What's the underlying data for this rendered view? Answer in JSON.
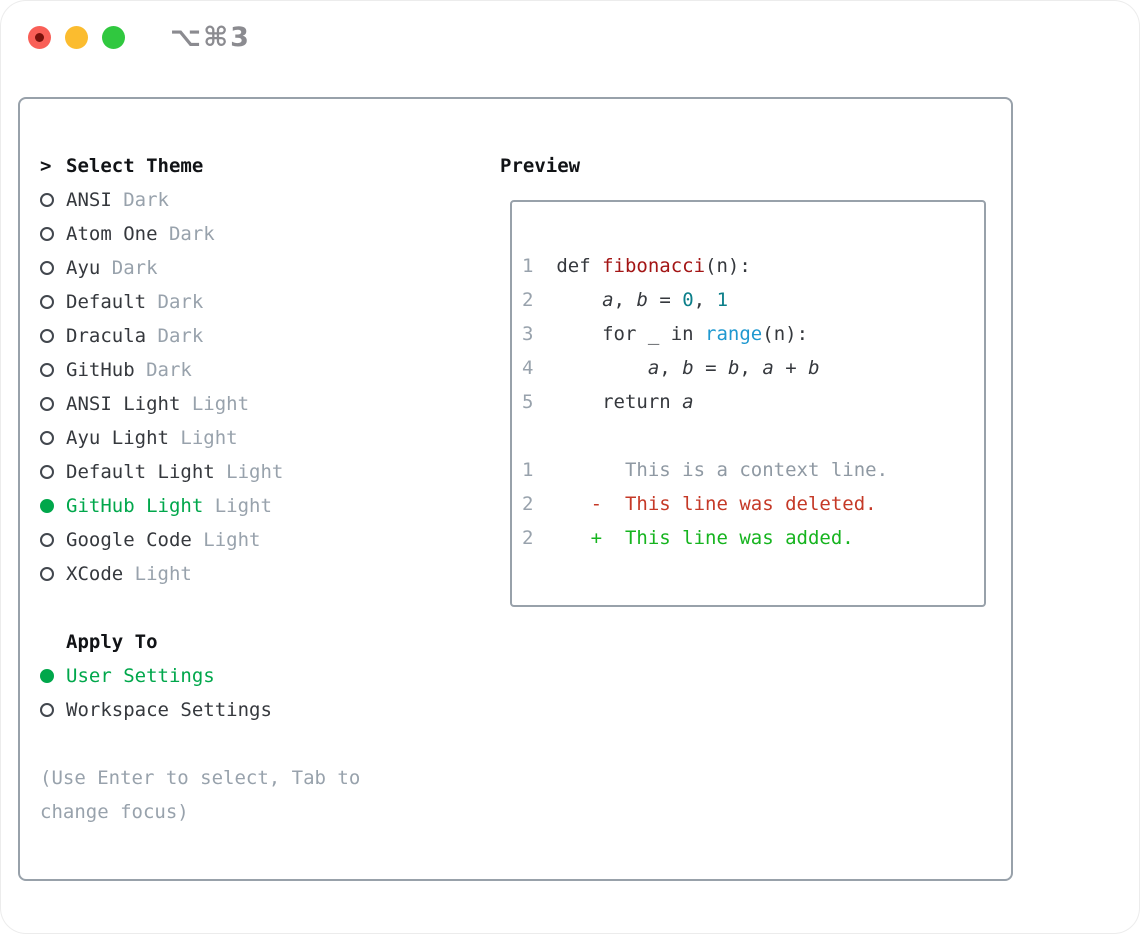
{
  "window": {
    "title": "⌥⌘3",
    "traffic_lights": {
      "close": "close",
      "minimize": "minimize",
      "zoom": "zoom"
    }
  },
  "theme_panel": {
    "select_heading": {
      "prompt": ">",
      "label": "Select Theme"
    },
    "themes": [
      {
        "name": "ANSI",
        "variant": "Dark",
        "selected": false
      },
      {
        "name": "Atom One",
        "variant": "Dark",
        "selected": false
      },
      {
        "name": "Ayu",
        "variant": "Dark",
        "selected": false
      },
      {
        "name": "Default",
        "variant": "Dark",
        "selected": false
      },
      {
        "name": "Dracula",
        "variant": "Dark",
        "selected": false
      },
      {
        "name": "GitHub",
        "variant": "Dark",
        "selected": false
      },
      {
        "name": "ANSI Light",
        "variant": "Light",
        "selected": false
      },
      {
        "name": "Ayu Light",
        "variant": "Light",
        "selected": false
      },
      {
        "name": "Default Light",
        "variant": "Light",
        "selected": false
      },
      {
        "name": "GitHub Light",
        "variant": "Light",
        "selected": true
      },
      {
        "name": "Google Code",
        "variant": "Light",
        "selected": false
      },
      {
        "name": "XCode",
        "variant": "Light",
        "selected": false
      }
    ],
    "apply_heading": "Apply To",
    "apply_options": [
      {
        "name": "User Settings",
        "selected": true
      },
      {
        "name": "Workspace Settings",
        "selected": false
      }
    ],
    "hint_lines": [
      "(Use Enter to select, Tab to",
      "change focus)"
    ]
  },
  "preview": {
    "heading": "Preview",
    "lines": [
      {
        "type": "code",
        "segments": [
          [
            "num",
            "1  "
          ],
          [
            "kw",
            "def "
          ],
          [
            "func",
            "fibonacci"
          ],
          [
            "plain",
            "(n):"
          ]
        ]
      },
      {
        "type": "code",
        "segments": [
          [
            "num",
            "2  "
          ],
          [
            "plain",
            "    "
          ],
          [
            "var",
            "a"
          ],
          [
            "plain",
            ", "
          ],
          [
            "var",
            "b"
          ],
          [
            "plain",
            " = "
          ],
          [
            "number",
            "0"
          ],
          [
            "plain",
            ", "
          ],
          [
            "number",
            "1"
          ]
        ]
      },
      {
        "type": "code",
        "segments": [
          [
            "num",
            "3  "
          ],
          [
            "plain",
            "    for _ in "
          ],
          [
            "builtin",
            "range"
          ],
          [
            "plain",
            "(n):"
          ]
        ]
      },
      {
        "type": "code",
        "segments": [
          [
            "num",
            "4  "
          ],
          [
            "plain",
            "        "
          ],
          [
            "var",
            "a"
          ],
          [
            "plain",
            ", "
          ],
          [
            "var",
            "b"
          ],
          [
            "plain",
            " = "
          ],
          [
            "var",
            "b"
          ],
          [
            "plain",
            ", "
          ],
          [
            "var",
            "a"
          ],
          [
            "plain",
            " + "
          ],
          [
            "var",
            "b"
          ]
        ]
      },
      {
        "type": "code",
        "segments": [
          [
            "num",
            "5  "
          ],
          [
            "plain",
            "    return "
          ],
          [
            "var",
            "a"
          ]
        ]
      },
      {
        "type": "blank",
        "segments": []
      },
      {
        "type": "context",
        "segments": [
          [
            "num",
            "1  "
          ],
          [
            "context",
            "      This is a context line."
          ]
        ]
      },
      {
        "type": "deleted",
        "segments": [
          [
            "num",
            "2  "
          ],
          [
            "deleted",
            "   -  This line was deleted."
          ]
        ]
      },
      {
        "type": "added",
        "segments": [
          [
            "num",
            "2  "
          ],
          [
            "added",
            "   +  This line was added."
          ]
        ]
      }
    ]
  },
  "colors": {
    "accent_green": "#00A74B",
    "added_green": "#16B41F",
    "deleted_red": "#C53927",
    "function_red": "#A31515",
    "number_teal": "#0C7F8A",
    "builtin_blue": "#1E98D0",
    "text_primary": "#35383D",
    "text_muted": "#98A2AC",
    "border_gray": "#98A1AA",
    "traffic_red": "#F95F57",
    "traffic_yellow": "#FBBC2F",
    "traffic_green": "#30C83F"
  }
}
